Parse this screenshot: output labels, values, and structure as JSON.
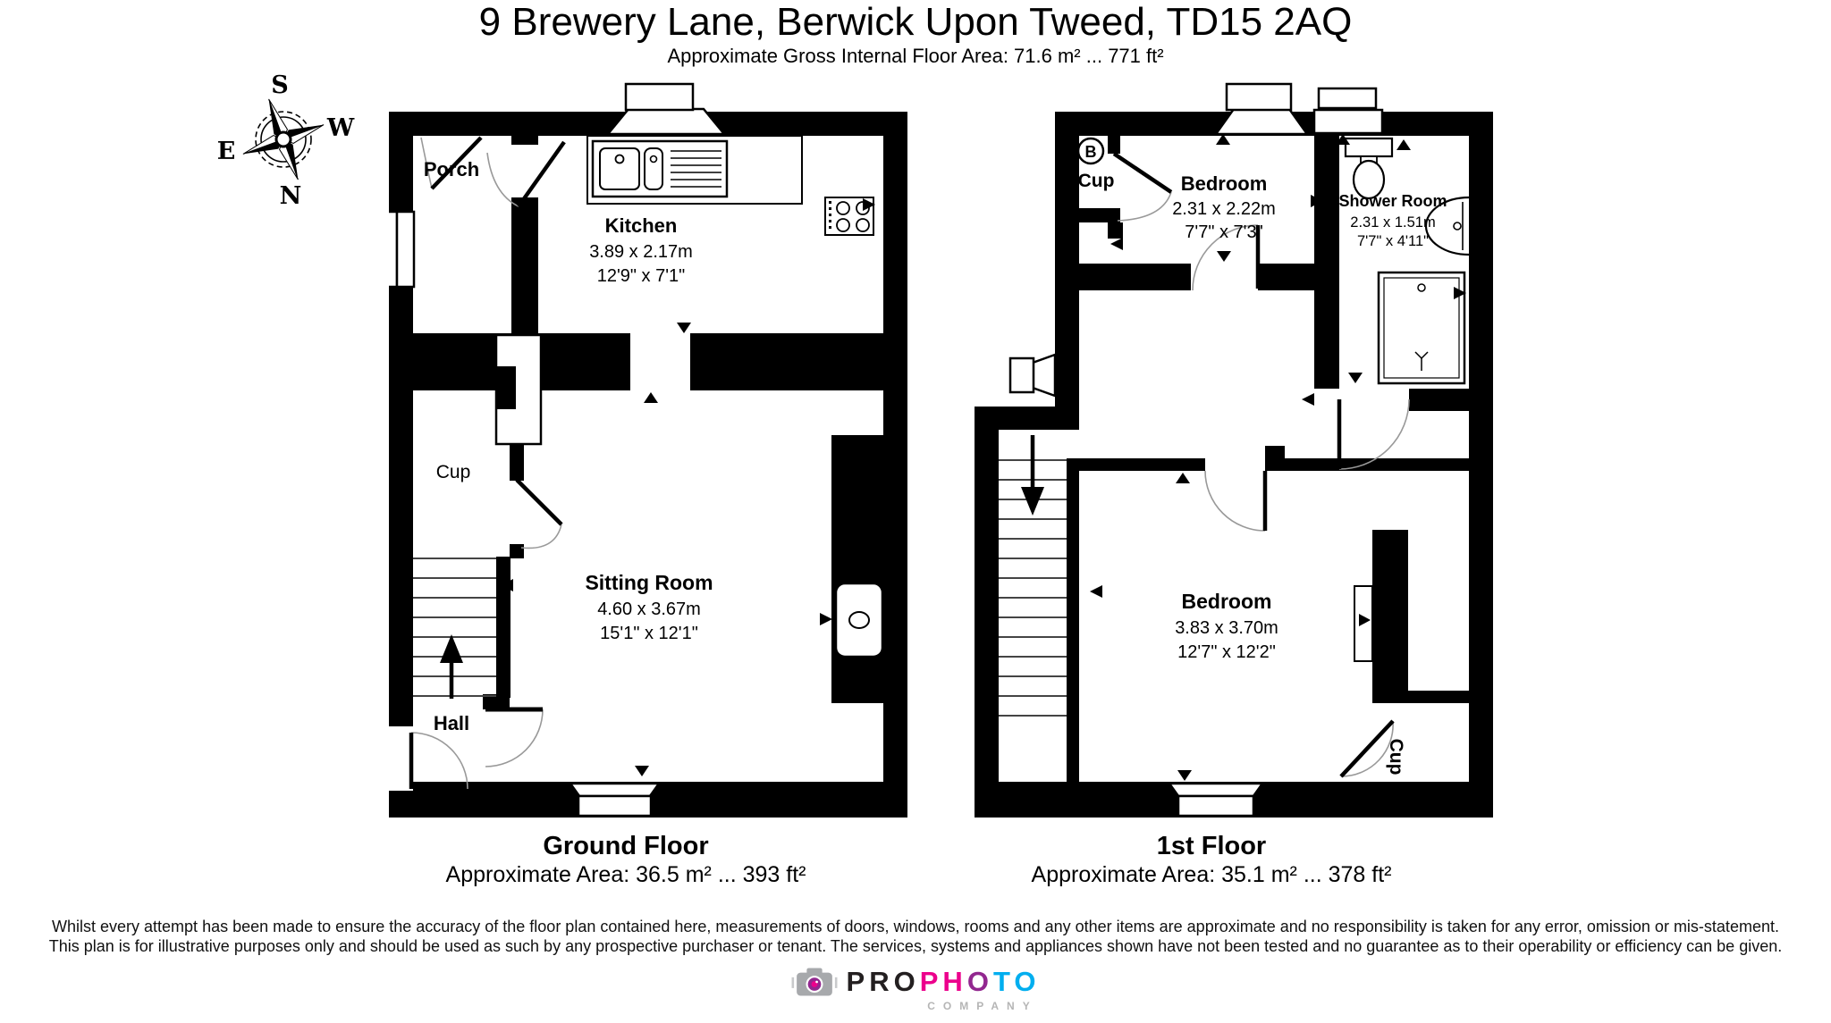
{
  "header": {
    "title": "9 Brewery Lane, Berwick Upon Tweed, TD15 2AQ",
    "subtitle": "Approximate Gross Internal Floor Area: 71.6 m² ... 771 ft²"
  },
  "compass": {
    "north": "N",
    "south": "S",
    "east": "E",
    "west": "W"
  },
  "ground_floor": {
    "caption": "Ground Floor",
    "area": "Approximate Area: 36.5 m² ... 393 ft²",
    "rooms": {
      "porch": {
        "name": "Porch"
      },
      "kitchen": {
        "name": "Kitchen",
        "size_metric": "3.89 x 2.17m",
        "size_imperial": "12'9\" x 7'1\""
      },
      "cupboard": {
        "name": "Cup"
      },
      "sitting_room": {
        "name": "Sitting Room",
        "size_metric": "4.60 x 3.67m",
        "size_imperial": "15'1\" x 12'1\""
      },
      "hall": {
        "name": "Hall"
      }
    }
  },
  "first_floor": {
    "caption": "1st Floor",
    "area": "Approximate Area: 35.1 m² ... 378 ft²",
    "rooms": {
      "boiler_cupboard": {
        "badge": "B",
        "name": "Cup"
      },
      "bedroom_small": {
        "name": "Bedroom",
        "size_metric": "2.31 x 2.22m",
        "size_imperial": "7'7\" x 7'3\""
      },
      "shower_room": {
        "name": "Shower Room",
        "size_metric": "2.31 x 1.51m",
        "size_imperial": "7'7\" x 4'11\""
      },
      "bedroom_large": {
        "name": "Bedroom",
        "size_metric": "3.83 x 3.70m",
        "size_imperial": "12'7\" x 12'2\""
      },
      "cupboard": {
        "name": "Cup"
      }
    }
  },
  "disclaimer": {
    "line1": "Whilst every attempt has been made to ensure the accuracy of the floor plan contained here, measurements of doors, windows, rooms and any other items are approximate and no responsibility is taken for any error, omission or mis-statement.",
    "line2": "This plan is for illustrative purposes only and should be used as such by any prospective purchaser or tenant. The services, systems and appliances shown have not been tested and no guarantee as to their operability or efficiency can be given."
  },
  "logo": {
    "pro": "PRO",
    "photo_letters": [
      "P",
      "H",
      "O",
      "T",
      "O"
    ],
    "company": "COMPANY",
    "colors": {
      "magenta": "#ec008c",
      "purple": "#92278f",
      "cyan": "#00aeef",
      "camera_gray": "#a7a9ac"
    }
  }
}
